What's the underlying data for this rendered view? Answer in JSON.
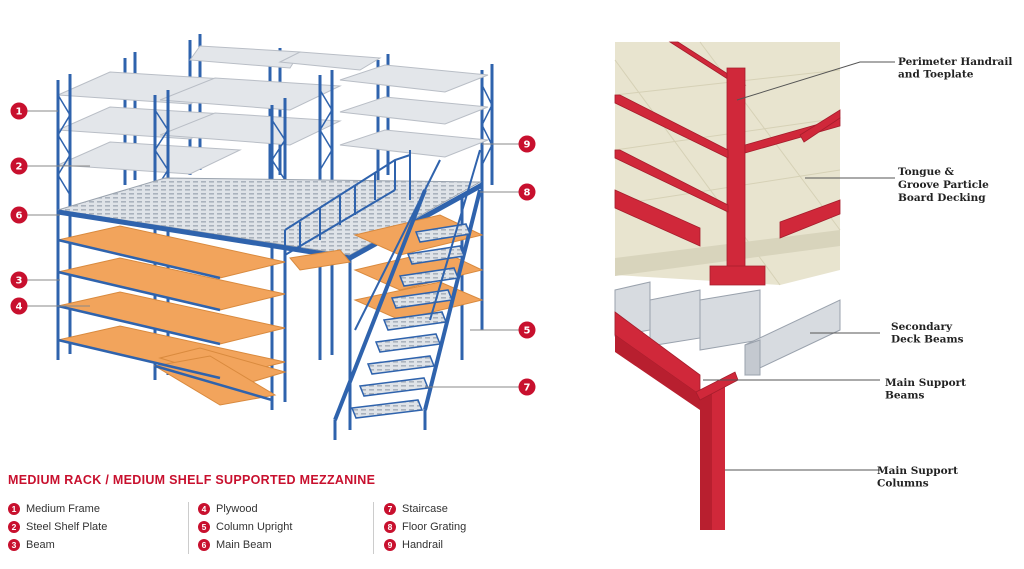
{
  "left_panel": {
    "title": "MEDIUM RACK / MEDIUM SHELF SUPPORTED MEZZANINE",
    "markers": [
      "1",
      "2",
      "6",
      "3",
      "4",
      "9",
      "8",
      "5",
      "7"
    ],
    "legend": [
      {
        "num": "1",
        "label": "Medium Frame"
      },
      {
        "num": "2",
        "label": "Steel Shelf Plate"
      },
      {
        "num": "3",
        "label": "Beam"
      },
      {
        "num": "4",
        "label": "Plywood"
      },
      {
        "num": "5",
        "label": "Column Upright"
      },
      {
        "num": "6",
        "label": "Main Beam"
      },
      {
        "num": "7",
        "label": "Staircase"
      },
      {
        "num": "8",
        "label": "Floor Grating"
      },
      {
        "num": "9",
        "label": "Handrail"
      }
    ]
  },
  "right_panel": {
    "labels": [
      {
        "line1": "Perimeter Handrail",
        "line2": "and Toeplate"
      },
      {
        "line1": "Tongue &",
        "line2": "Groove Particle",
        "line3": "Board Decking"
      },
      {
        "line1": "Secondary",
        "line2": "Deck Beams"
      },
      {
        "line1": "Main Support",
        "line2": "Beams"
      },
      {
        "line1": "Main Support",
        "line2": "Columns"
      }
    ]
  },
  "colors": {
    "accent_red": "#c8102e",
    "frame_blue": "#2f63ad",
    "plywood_orange": "#f2a45c",
    "shelf_gray": "#e3e6ea",
    "deck_cream": "#e8e4cf",
    "steel_red": "#d0283a"
  }
}
